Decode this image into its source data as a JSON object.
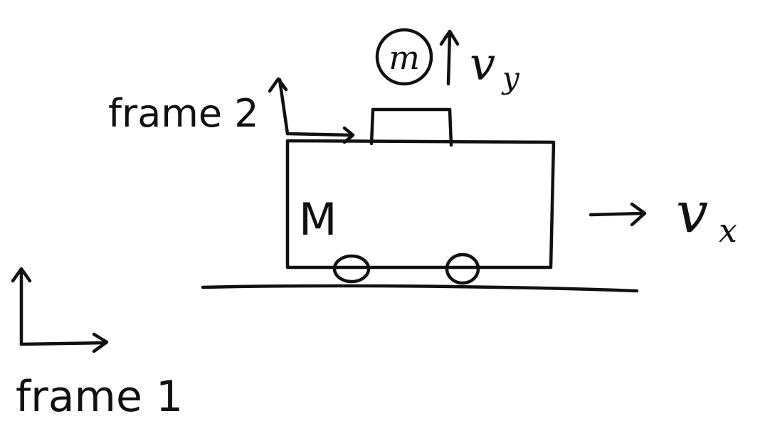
{
  "labels": {
    "frame1": "frame 1",
    "frame2": "frame 2",
    "small_mass": "m",
    "big_mass": "M",
    "velocity_y": "v",
    "velocity_y_sub": "y",
    "velocity_x": "v",
    "velocity_x_sub": "x"
  },
  "colors": {
    "ink": "#111111",
    "background": "#ffffff"
  }
}
